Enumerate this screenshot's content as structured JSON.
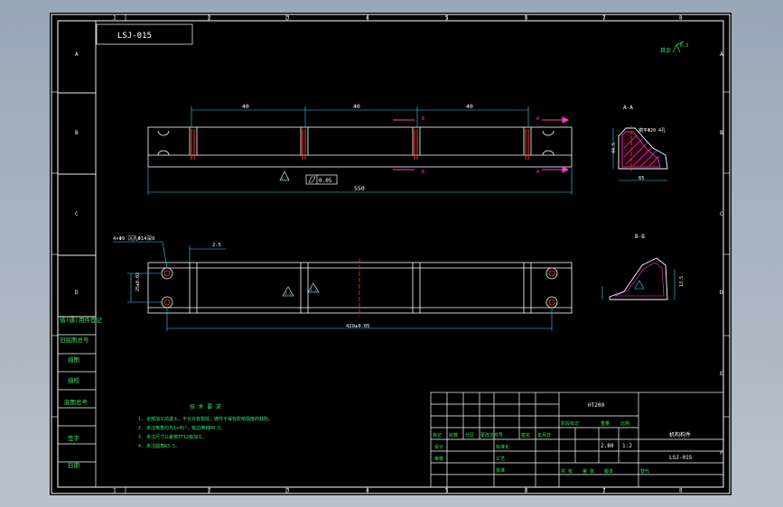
{
  "drawing": {
    "part_code": "LSJ-015",
    "title_block": {
      "material": "HT200",
      "part_name": "机构构件",
      "drawing_no": "LSJ-015",
      "weight": "2.80",
      "scale": "1:2",
      "designer": "设计",
      "checker": "审核",
      "process": "工艺",
      "approve": "批准",
      "headers": [
        "标记",
        "处数",
        "分区",
        "更改文件号",
        "签名",
        "年月日"
      ],
      "stage_labels": [
        "阶段标记",
        "重量",
        "比例"
      ],
      "sheet_labels": [
        "共 张",
        "第 张",
        "版本",
        "替代"
      ],
      "std_label": "标准化"
    },
    "left_strip": [
      "借(通)用件登记",
      "旧底图总号",
      "底图总号",
      "签字",
      "日期",
      "描图",
      "描校"
    ],
    "edge_columns": [
      "1",
      "2",
      "3",
      "4",
      "5",
      "6",
      "7",
      "8"
    ],
    "edge_rows": [
      "A",
      "B",
      "C",
      "D",
      "E",
      "F"
    ],
    "roughness_note": "其余",
    "roughness_value": "6.3",
    "dims": {
      "pitch_1": "40",
      "pitch_2": "40",
      "pitch_3": "40",
      "overall": "550",
      "hole_span": "420±0.05",
      "flatness": "0.05",
      "section_height": "44.5",
      "section_width": "65",
      "section_height_2": "13.5",
      "row_gap": "25±0.02",
      "side_offset": "2.5",
      "hole_callout": "4×Φ9 沉孔Φ14深9"
    },
    "section_labels": {
      "aa": "A-A",
      "bb": "B-B",
      "a": "A",
      "b": "B",
      "cut_note": "锪平Φ20 4孔"
    },
    "finish_marks": [
      "6.3",
      "3.2",
      "3.2"
    ],
    "tech_title": "技 术 要 求",
    "tech_notes": [
      "1. 全部加工前退火，不允许有裂纹，铸件不得有影响强度的缺陷。",
      "2. 未注倒角均为1×45°，锐边倒钝R0.5。",
      "3. 未注尺寸公差按IT12级加工。",
      "4. 未注圆角R3-5。"
    ]
  }
}
